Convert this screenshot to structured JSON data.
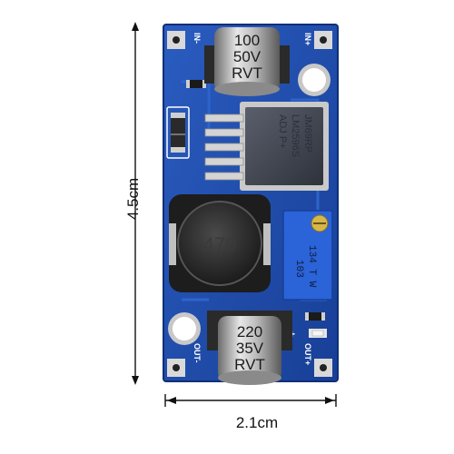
{
  "dimensions": {
    "height_label": "4.5cm",
    "width_label": "2.1cm"
  },
  "board": {
    "silkscreen": {
      "in_minus": "IN-",
      "in_plus": "IN+",
      "out_minus": "OUT-",
      "out_plus": "OUT+",
      "plus_mark": "+"
    },
    "input_capacitor": {
      "lines": [
        "100",
        "50V",
        "RVT"
      ]
    },
    "regulator_chip": {
      "lines": [
        "JM69RP",
        "LM2596S",
        "ADJ P+"
      ]
    },
    "inductor": {
      "label": "470"
    },
    "potentiometer": {
      "lines": [
        "134 T W",
        "103"
      ]
    },
    "output_capacitor": {
      "lines": [
        "220",
        "35V",
        "RVT"
      ]
    }
  },
  "colors": {
    "pcb_blue": "#1f4fae",
    "pad_silver": "#d9d9d9",
    "pot_blue": "#2b63d8"
  }
}
